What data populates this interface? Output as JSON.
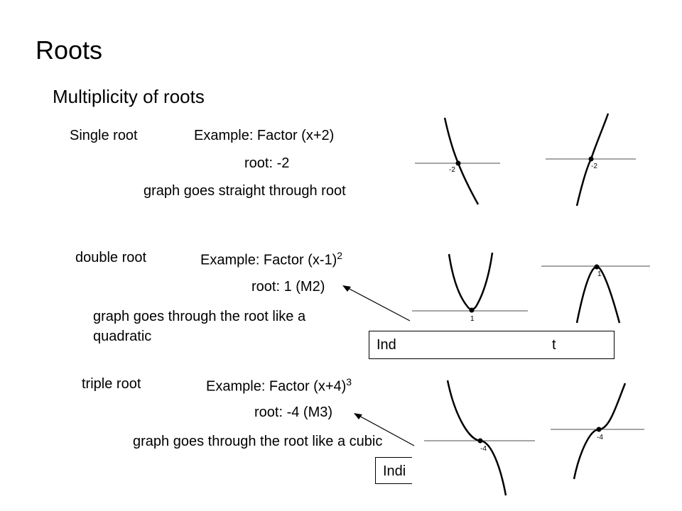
{
  "slide": {
    "title": "Roots",
    "subtitle": "Multiplicity of roots",
    "sections": [
      {
        "label": "Single root",
        "example_prefix": "Example: Factor  (x+2)",
        "exponent": "",
        "root": "root: -2",
        "description": "graph goes straight through root",
        "graph_labels": [
          "-2",
          "-2"
        ]
      },
      {
        "label": "double root",
        "example_prefix": "Example: Factor  (x-1)",
        "exponent": "2",
        "root": "root: 1 (M2)",
        "description": "graph goes through the root like a quadratic",
        "note_visible": "Ind",
        "note_tail": "t",
        "graph_labels": [
          "1",
          "1"
        ]
      },
      {
        "label": "triple root",
        "example_prefix": "Example: Factor  (x+4)",
        "exponent": "3",
        "root": "root: -4  (M3)",
        "description": "graph goes through the root like a cubic",
        "note_visible": "Indi",
        "graph_labels": [
          "-4",
          "-4"
        ]
      }
    ]
  }
}
